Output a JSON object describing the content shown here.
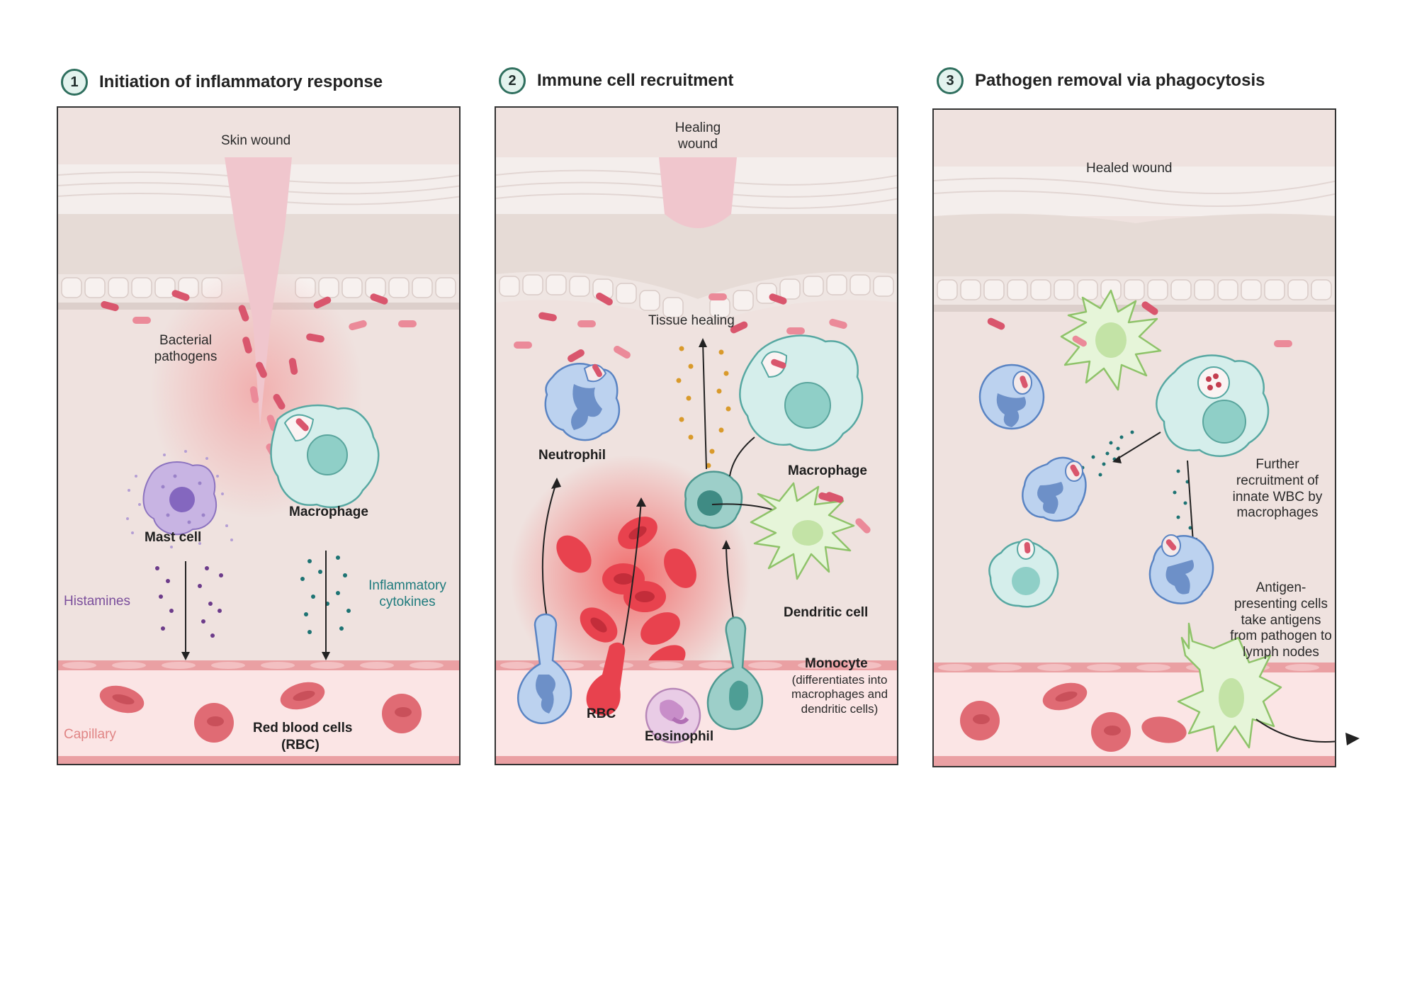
{
  "panels": [
    {
      "number": "1",
      "title": "Initiation of inflammatory response",
      "labels": {
        "wound": "Skin wound",
        "bacteria": "Bacterial pathogens",
        "macrophage": "Macrophage",
        "mast_cell": "Mast cell",
        "histamines": "Histamines",
        "cytokines": "Inflammatory cytokines",
        "capillary": "Capillary",
        "rbc_line1": "Red blood cells",
        "rbc_line2": "(RBC)"
      }
    },
    {
      "number": "2",
      "title": "Immune cell recruitment",
      "labels": {
        "wound": "Healing wound",
        "tissue_healing": "Tissue healing",
        "neutrophil": "Neutrophil",
        "macrophage": "Macrophage",
        "dendritic": "Dendritic cell",
        "rbc": "RBC",
        "eosinophil": "Eosinophil",
        "monocyte": "Monocyte",
        "monocyte_note": "(differentiates into macrophages and dendritic cells)"
      }
    },
    {
      "number": "3",
      "title": "Pathogen removal via phagocytosis",
      "labels": {
        "wound": "Healed wound",
        "recruitment": "Further recruitment of innate WBC by macrophages",
        "apc": "Antigen-presenting cells take antigens from pathogen to lymph nodes"
      }
    }
  ]
}
